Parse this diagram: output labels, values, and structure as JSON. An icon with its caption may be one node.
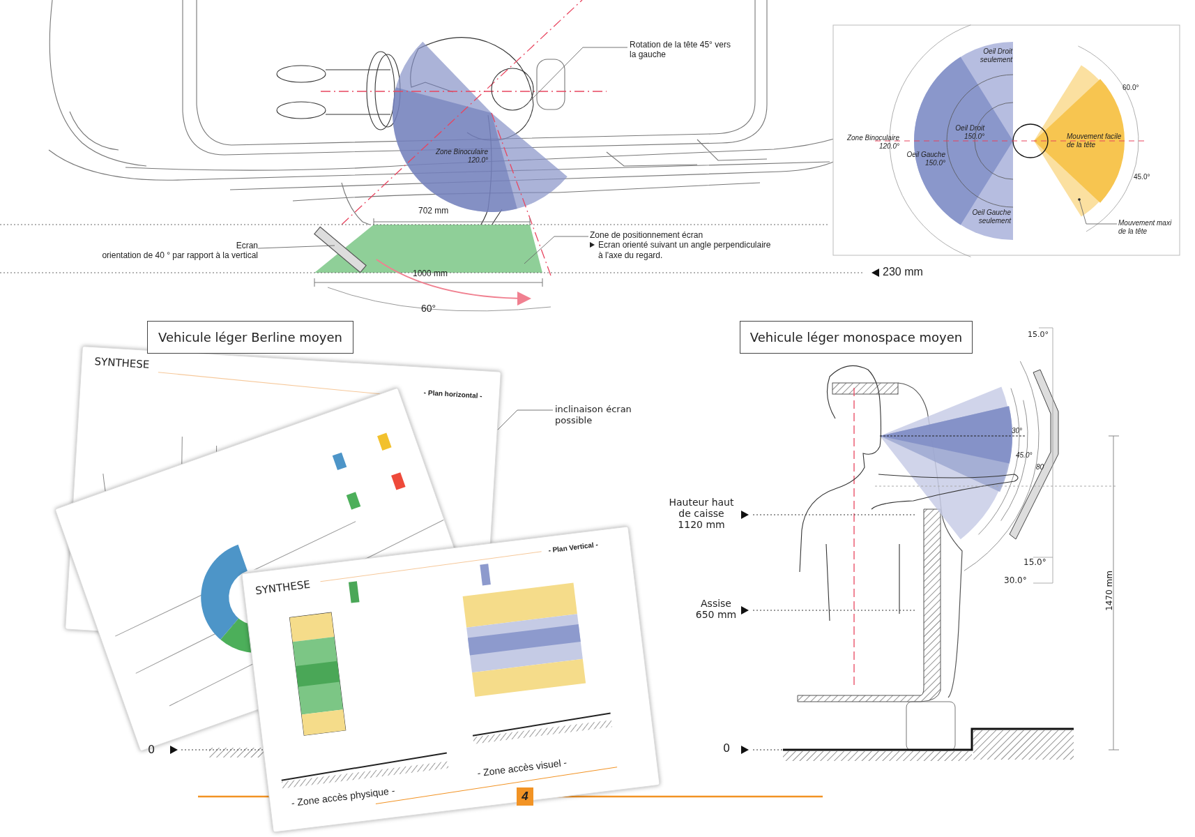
{
  "diagram": {
    "nodes": [
      {
        "text": [
          "Rotation de la tête 45° vers la gauche"
        ]
      },
      {
        "text": [
          "Ecran",
          "orientation de 40 ° par rapport à la vertical"
        ]
      },
      {
        "text": [],
        "shape": "bar"
      },
      {
        "text": [
          "Zone de positionnement écran",
          "Ecran orienté suivant un angle perpendiculaire à l'axe du regard."
        ]
      },
      {
        "text": [],
        "shape": "trapezoid"
      },
      {
        "text": [
          "Mouvement maxi de la tête"
        ]
      },
      {
        "text": [
          "inclinaison écran possible"
        ]
      },
      {
        "text": [
          "Vehicule léger Berline moyen"
        ]
      },
      {
        "text": [
          "Vehicule léger monospace moyen"
        ]
      },
      {
        "text": [],
        "shape": "circle"
      }
    ],
    "edges": [
      {
        "from": 0,
        "to": 9,
        "arrow": "none"
      },
      {
        "from": 1,
        "to": 2,
        "arrow": "none"
      },
      {
        "from": 3,
        "to": 4,
        "arrow": "none"
      },
      {
        "from": 5,
        "to": null,
        "arrow": "other"
      },
      {
        "from": 6,
        "to": null,
        "arrow": "none"
      }
    ],
    "labels": [
      "Zone Binoculaire 120.0°",
      "702 mm",
      "1000 mm",
      "60°",
      "230 mm",
      "Oeil Droit seulement",
      "Zone Binoculaire 120.0°",
      "Oeil Droit 150.0°",
      "Oeil Gauche 150.0°",
      "Oeil Gauche seulement",
      "Mouvement facile de la tête",
      "60.0°",
      "45.0°",
      "SYNTHESE",
      "- Plan horizontal -",
      "SYNTHESE",
      "- Plan Vertical -",
      "- Zone accès physique -",
      "- Zone accès visuel -",
      "0",
      "15.0°",
      "30°",
      "45.0°",
      "80",
      "Hauteur haut de caisse 1120 mm",
      "Assise 650 mm",
      "15.0°",
      "30.0°",
      "1470 mm",
      "0",
      "4"
    ]
  }
}
